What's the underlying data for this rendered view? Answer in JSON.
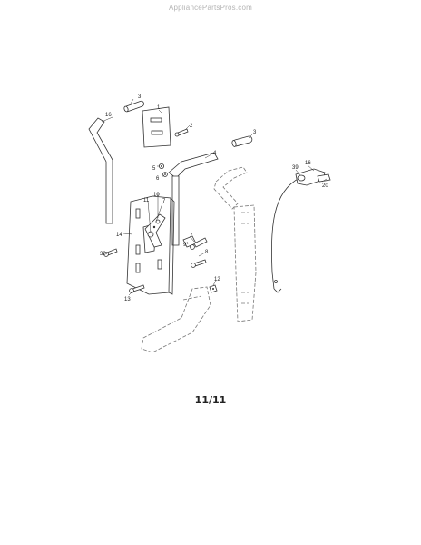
{
  "watermark": "AppliancePartsPros.com",
  "page_number": "11/11",
  "callouts": {
    "c3a": "3",
    "c1": "1",
    "c16a": "16",
    "c2": "2",
    "c4": "4",
    "c3b": "3",
    "c5": "5",
    "c6": "6",
    "c10": "10",
    "c11": "11",
    "c7a": "7",
    "c14": "14",
    "c7b": "7",
    "c9": "9",
    "c8": "8",
    "c30": "30",
    "c12": "12",
    "c13": "13",
    "c39": "39",
    "c16b": "16",
    "c20": "20"
  }
}
